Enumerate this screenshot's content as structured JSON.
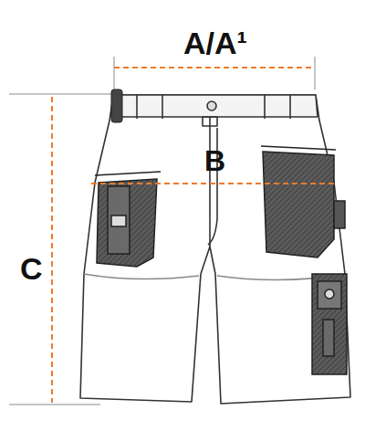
{
  "diagram": {
    "labels": [
      "A/A¹",
      "B",
      "C"
    ]
  }
}
